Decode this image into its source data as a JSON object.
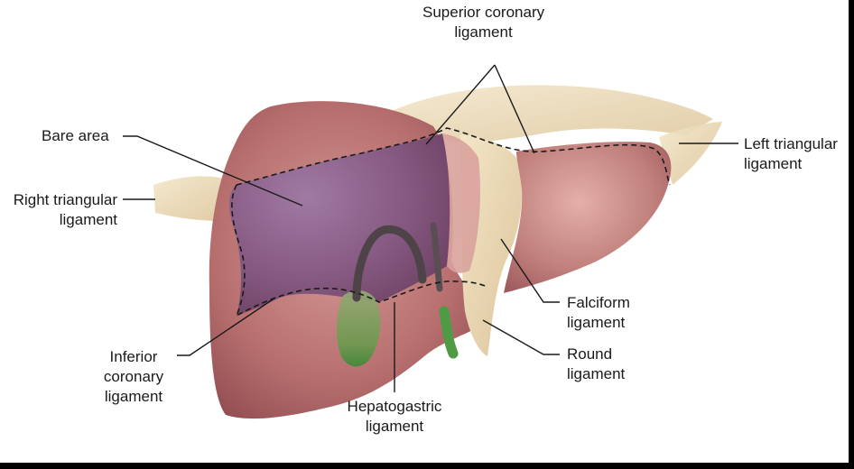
{
  "labels": {
    "superior_coronary": [
      "Superior coronary",
      "ligament"
    ],
    "bare_area": [
      "Bare area"
    ],
    "left_triangular": [
      "Left triangular",
      "ligament"
    ],
    "right_triangular": [
      "Right triangular",
      "ligament"
    ],
    "falciform": [
      "Falciform",
      "ligament"
    ],
    "round": [
      "Round",
      "ligament"
    ],
    "inferior_coronary": [
      "Inferior",
      "coronary",
      "ligament"
    ],
    "hepatogastric": [
      "Hepatogastric",
      "ligament"
    ]
  },
  "colors": {
    "liver": "#b2666a",
    "liver_light": "#c98a88",
    "bare_area": "#8a5f86",
    "ligament": "#eddcb6",
    "gallbladder": "#6fa052",
    "round_ligament_vessel": "#4f9a45",
    "outline": "#1a1a1a"
  }
}
